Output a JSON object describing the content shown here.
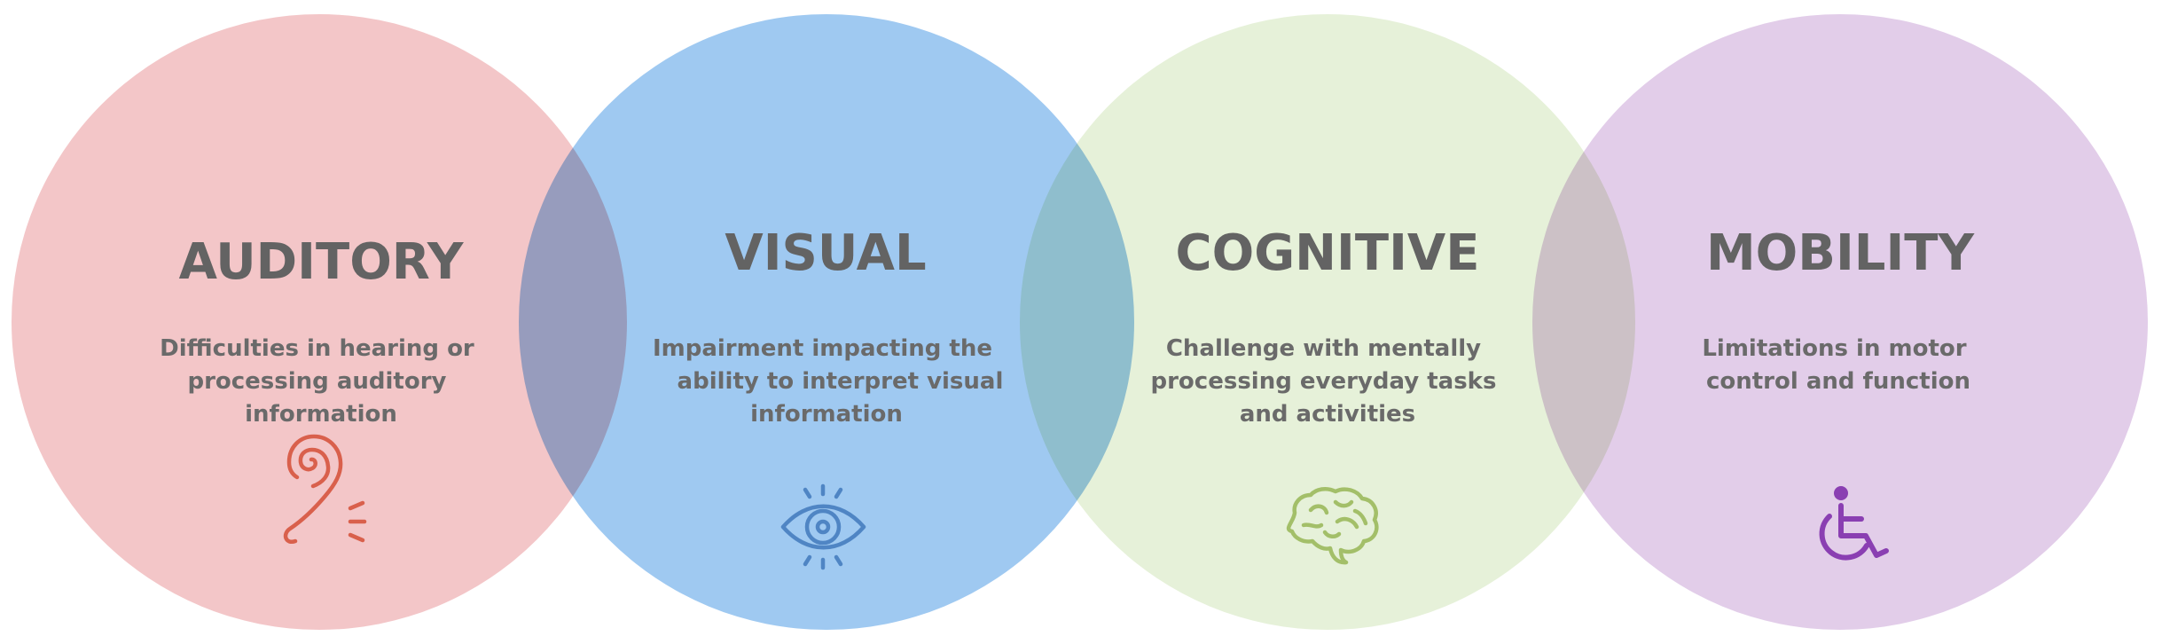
{
  "categories": [
    {
      "title": "AUDITORY",
      "description_lines": [
        "Difficulties in hearing or",
        "processing auditory",
        "information"
      ],
      "icon": "ear-icon",
      "fill_color": "#f3c6c8",
      "icon_color": "#d9604c"
    },
    {
      "title": "VISUAL",
      "description_lines": [
        "Impairment impacting the",
        "ability  to interpret visual",
        "information"
      ],
      "icon": "eye-icon",
      "fill_color": "#9fc9f1",
      "icon_color": "#4f85c4"
    },
    {
      "title": "COGNITIVE",
      "description_lines": [
        "Challenge with mentally",
        "processing everyday tasks",
        "and activities"
      ],
      "icon": "brain-icon",
      "fill_color": "#e6f1d9",
      "icon_color": "#a3bf69"
    },
    {
      "title": "MOBILITY",
      "description_lines": [
        "Limitations in motor",
        "control and function"
      ],
      "icon": "wheelchair-icon",
      "fill_color": "#e2cde9",
      "icon_color": "#8a3fb2"
    }
  ]
}
